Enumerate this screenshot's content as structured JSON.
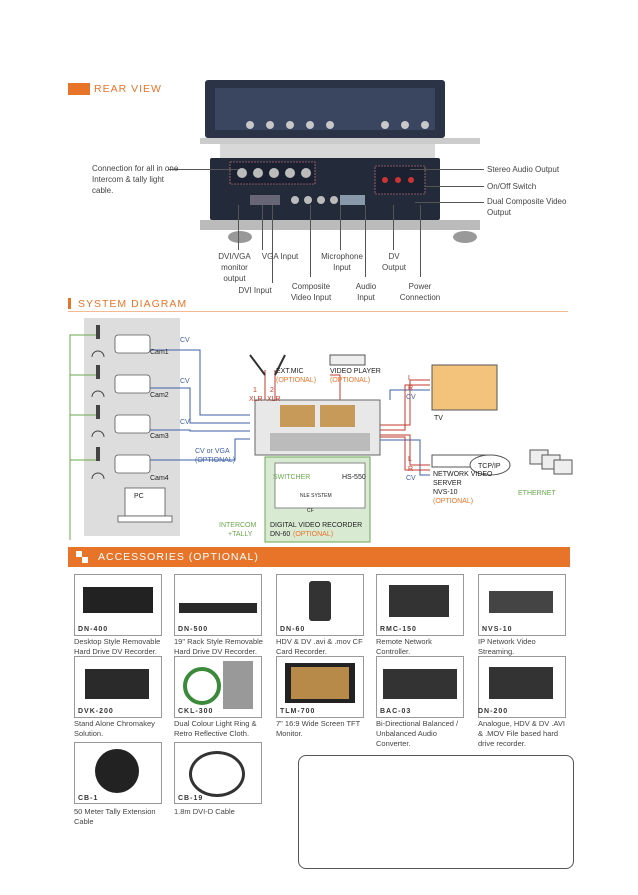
{
  "rear_view": {
    "heading": "REAR VIEW",
    "labels": {
      "intercom": "Connection for all in one Intercom & tally light cable.",
      "stereo_audio": "Stereo Audio Output",
      "onoff": "On/Off Switch",
      "dual_composite": "Dual Composite Video Output",
      "dvi_vga": "DVI/VGA monitor output",
      "vga_input": "VGA Input",
      "dvi_input": "DVI Input",
      "composite_input": "Composite Video Input",
      "microphone_input": "Microphone Input",
      "audio_input": "Audio Input",
      "dv_output": "DV Output",
      "power": "Power Connection"
    }
  },
  "system_diagram": {
    "heading": "SYSTEM DIAGRAM",
    "cams": [
      "Cam1",
      "Cam2",
      "Cam3",
      "Cam4"
    ],
    "pc": "PC",
    "cv": "CV",
    "cv_vga": "CV or VGA",
    "optional": "(OPTIONAL)",
    "ext_mic": "EXT.MIC",
    "video_player": "VIDEO PLAYER",
    "xlr1": "1",
    "xlr2": "2",
    "xlr": "XLR",
    "L": "L",
    "R": "R",
    "tv": "TV",
    "network_server": "NETWORK VIDEO SERVER",
    "nvs10": "NVS-10",
    "tcpip": "TCP/IP",
    "ethernet": "ETHERNET",
    "switcher": "SWITCHER",
    "hs550": "HS-550",
    "nle": "NLE SYSTEM",
    "cf": "CF",
    "intercom": "INTERCOM",
    "tally": "+TALLY",
    "dvr": "DIGITAL VIDEO RECORDER",
    "dn60": "DN-60"
  },
  "accessories": {
    "heading": "ACCESSORIES (OPTIONAL)",
    "items": [
      {
        "code": "DN-400",
        "desc": "Desktop Style Removable Hard Drive DV Recorder."
      },
      {
        "code": "DN-500",
        "desc": "19\" Rack Style Removable Hard Drive DV Recorder."
      },
      {
        "code": "DN-60",
        "desc": "HDV & DV .avi & .mov CF Card Recorder."
      },
      {
        "code": "RMC-150",
        "desc": "Remote Network Controller."
      },
      {
        "code": "NVS-10",
        "desc": "IP Network Video Streaming."
      },
      {
        "code": "DVK-200",
        "desc": "Stand Alone Chromakey Solution."
      },
      {
        "code": "CKL-300",
        "desc": "Dual Colour Light Ring & Retro Reflective Cloth."
      },
      {
        "code": "TLM-700",
        "desc": "7\" 16:9 Wide Screen TFT Monitor."
      },
      {
        "code": "BAC-03",
        "desc": "Bi-Directional Balanced / Unbalanced Audio Converter."
      },
      {
        "code": "DN-200",
        "desc": "Analogue, HDV & DV .AVI & .MOV File based hard drive recorder."
      },
      {
        "code": "CB-1",
        "desc": "50 Meter Tally Extension Cable"
      },
      {
        "code": "CB-19",
        "desc": "1.8m DVI-D Cable"
      }
    ]
  }
}
